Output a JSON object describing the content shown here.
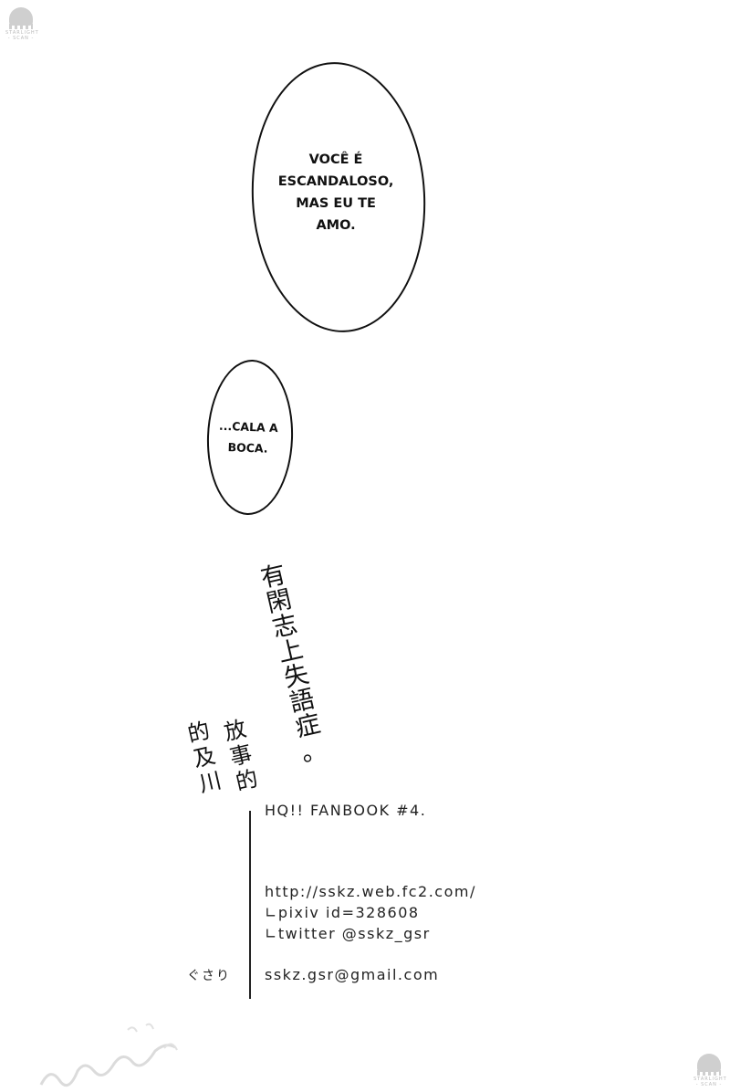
{
  "watermark": {
    "line1": "STARLIGHT",
    "line2": "- SCAN -",
    "icon": "dome-logo-icon"
  },
  "bubbles": {
    "first": "VOCÊ É\nESCANDALOSO,\nMAS EU TE\nAMO.",
    "second": "...CALA A\nBOCA."
  },
  "vertical_title": {
    "col1": [
      "有",
      "閑",
      "志",
      "上",
      "失",
      "語",
      "症",
      "。"
    ],
    "col2": [
      "的",
      "及",
      "川"
    ],
    "col3": [
      "放",
      "事",
      "的"
    ]
  },
  "credits": {
    "title": "HQ!! FANBOOK #4.",
    "url": "http://sskz.web.fc2.com/",
    "pixiv": "∟pixiv id=328608",
    "twitter": "∟twitter @sskz_gsr",
    "author": "ぐさり",
    "email": "sskz.gsr@gmail.com"
  }
}
